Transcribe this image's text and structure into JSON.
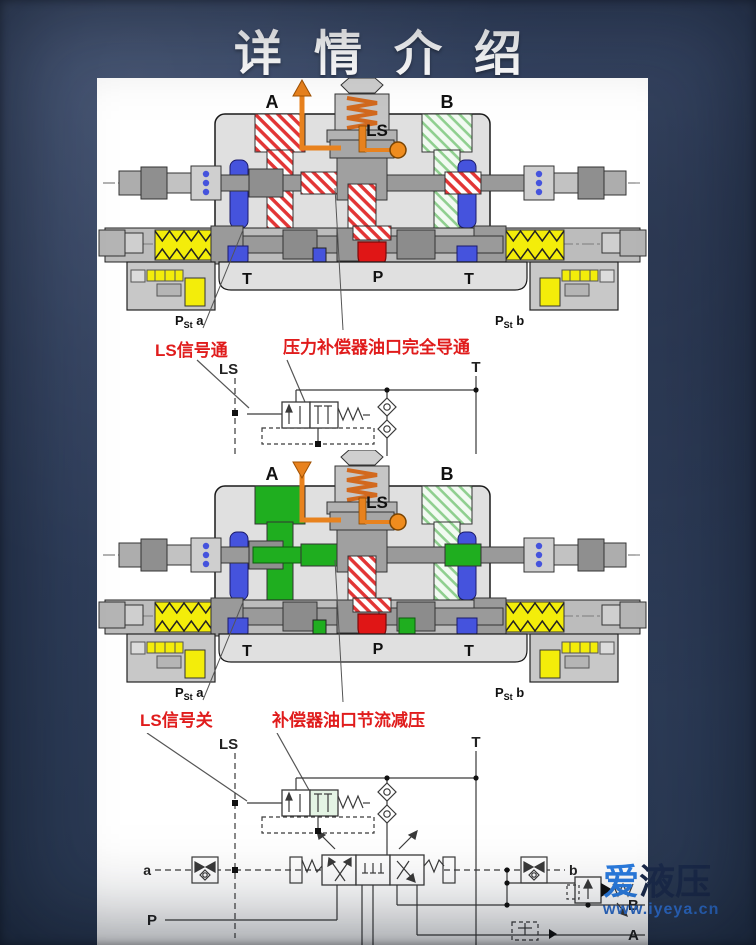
{
  "title": "详情介绍",
  "valve_common": {
    "port_a": "A",
    "port_b": "B",
    "ls": "LS",
    "t_left": "T",
    "p": "P",
    "t_right": "T",
    "pst_a": {
      "base": "P",
      "sub": "St",
      "side": "a"
    },
    "pst_b": {
      "base": "P",
      "sub": "St",
      "side": "b"
    }
  },
  "valve_open": {
    "caption_ls": "LS信号通",
    "caption_comp": "压力补偿器油口完全导通"
  },
  "valve_closed": {
    "caption_ls": "LS信号关",
    "caption_comp": "补偿器油口节流减压"
  },
  "schematic_open": {
    "ls": "LS",
    "t": "T"
  },
  "schematic_closed": {
    "ls": "LS",
    "t": "T",
    "a": "a",
    "b": "b",
    "p": "P",
    "port_b": "B",
    "port_a": "A"
  },
  "watermark": {
    "brand_highlight": "爱",
    "brand_rest": "液压",
    "url": "www.iyeya.cn"
  },
  "colors": {
    "background": "#31405e",
    "panel": "#ffffff",
    "caption_red": "#e01c1c",
    "orange": "#e8821e",
    "pressure_red": "#e01616",
    "flow_green": "#1fae1f",
    "port_b_green": "#8fcf8f",
    "tank_blue": "#4553dd",
    "spring_yellow": "#f3ed0a",
    "body_gray": "#e0e0e0"
  }
}
